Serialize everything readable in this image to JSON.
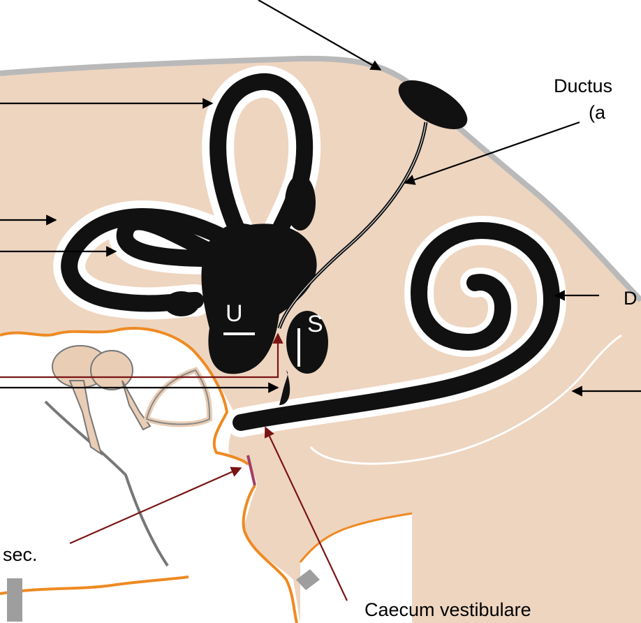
{
  "labels": {
    "utricle_letter": "U",
    "saccule_letter": "S",
    "ductus_endolymphaticus_partial": "Ductus",
    "ductus_endolymphaticus_second_line": "(a",
    "ductus_cochlearis_partial": "D",
    "membrana_tympani_secundaria_partial": "sec.",
    "caecum_vestibulare": "Caecum vestibulare"
  },
  "colors": {
    "bone_tissue": "#eed5c0",
    "membranous_labyrinth": "#111111",
    "perilymph_outline": "#ffffff",
    "dura_edge": "#b9b9b9",
    "middle_ear_outline": "#ee8a22",
    "black_arrow": "#000000",
    "red_arrow": "#7a1414",
    "round_window_membrane": "#a33c63"
  }
}
